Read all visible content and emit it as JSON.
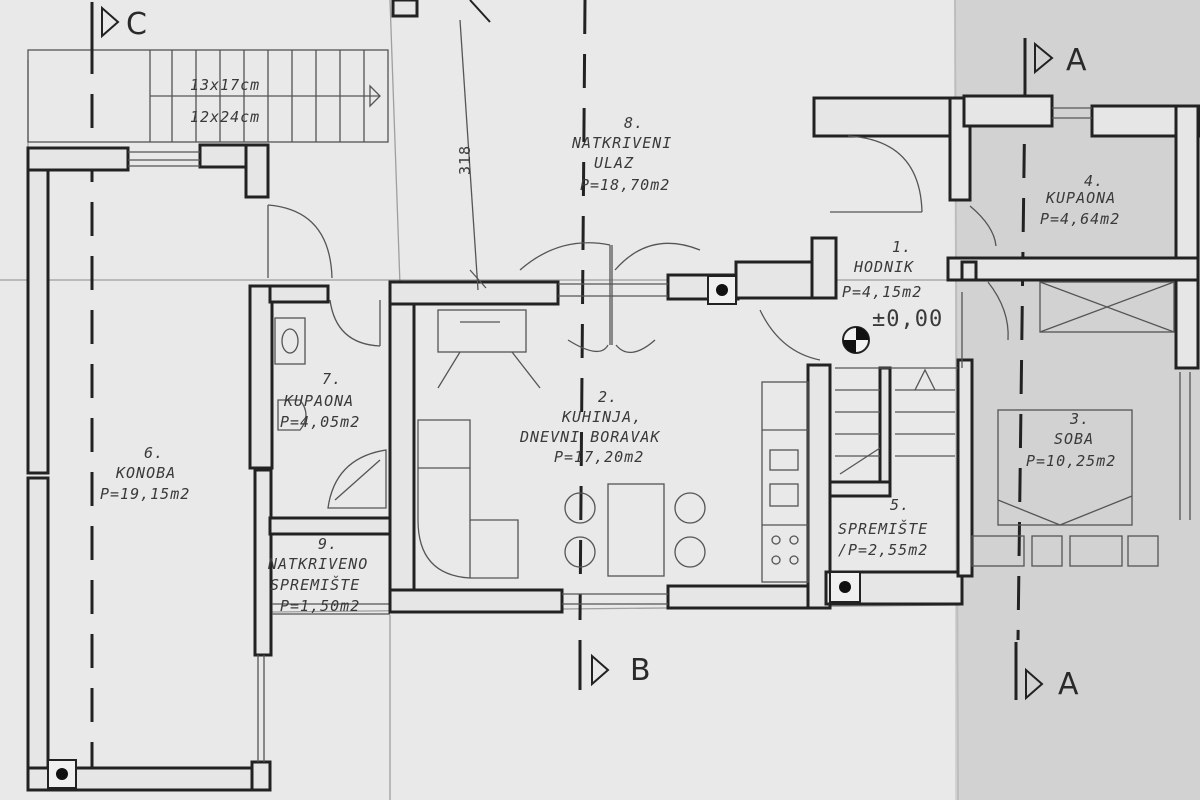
{
  "rooms": [
    {
      "num": "1.",
      "name": "HODNIK",
      "area": "P=4,15m2"
    },
    {
      "num": "2.",
      "name": "KUHINJA,",
      "name2": "DNEVNI BORAVAK",
      "area": "P=17,20m2"
    },
    {
      "num": "3.",
      "name": "SOBA",
      "area": "P=10,25m2"
    },
    {
      "num": "4.",
      "name": "KUPAONA",
      "area": "P=4,64m2"
    },
    {
      "num": "5.",
      "name": "SPREMIŠTE",
      "area": "/P=2,55m2"
    },
    {
      "num": "6.",
      "name": "KONOBA",
      "area": "P=19,15m2"
    },
    {
      "num": "7.",
      "name": "KUPAONA",
      "area": "P=4,05m2"
    },
    {
      "num": "8.",
      "name": "NATKRIVENI",
      "name2": "ULAZ",
      "area": "P=18,70m2"
    },
    {
      "num": "9.",
      "name": "NATKRIVENO",
      "name2": "SPREMIŠTE",
      "area": "P=1,50m2"
    }
  ],
  "sections": {
    "a_top": "A",
    "a_bottom": "A",
    "b": "B",
    "c": "C"
  },
  "stair": {
    "riser": "13x17cm",
    "tread": "12x24cm"
  },
  "dimension": "318",
  "level": "±0,00",
  "colors": {
    "paper": "#e9e9e9",
    "fold": "#d4d4d4",
    "ink": "#222222"
  }
}
